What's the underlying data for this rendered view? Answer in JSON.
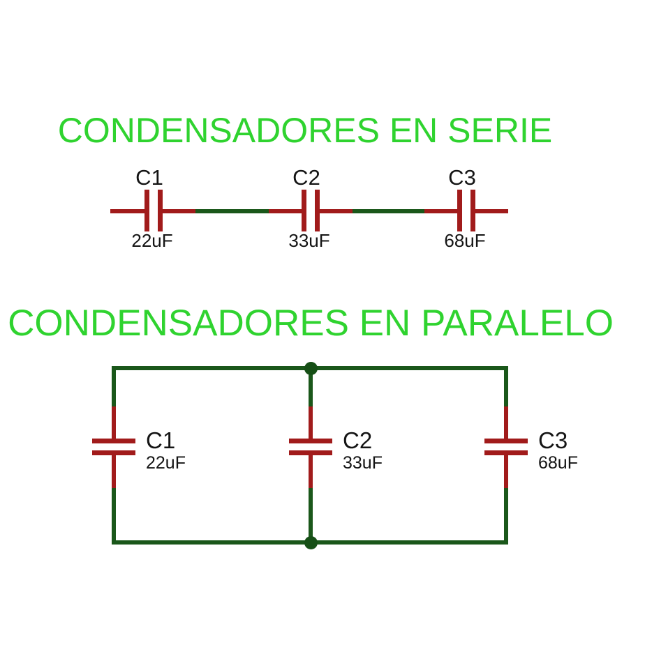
{
  "colors": {
    "title_green": "#2FD32F",
    "wire_green": "#1A571A",
    "wire_red": "#A11B1B",
    "junction_green": "#164F16",
    "text_black": "#141414",
    "background": "#FFFFFF"
  },
  "series_section": {
    "title": "CONDENSADORES EN SERIE",
    "capacitors": [
      {
        "name": "C1",
        "value": "22uF"
      },
      {
        "name": "C2",
        "value": "33uF"
      },
      {
        "name": "C3",
        "value": "68uF"
      }
    ]
  },
  "parallel_section": {
    "title": "CONDENSADORES EN PARALELO",
    "capacitors": [
      {
        "name": "C1",
        "value": "22uF"
      },
      {
        "name": "C2",
        "value": "33uF"
      },
      {
        "name": "C3",
        "value": "68uF"
      }
    ]
  }
}
